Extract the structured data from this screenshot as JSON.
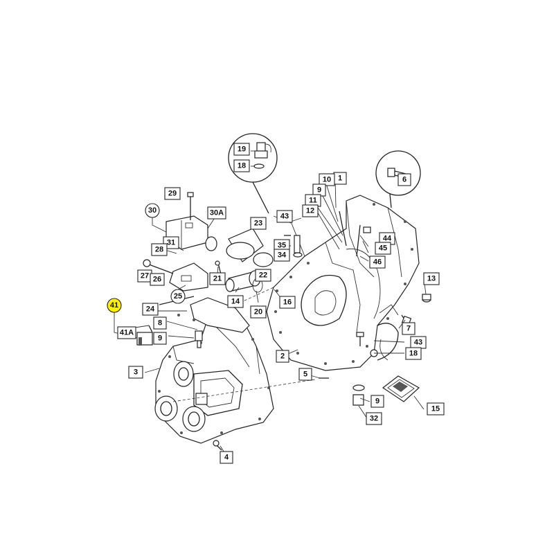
{
  "callouts": {
    "c1": "1",
    "c2": "2",
    "c3": "3",
    "c4": "4",
    "c5": "5",
    "c6": "6",
    "c7": "7",
    "c8": "8",
    "c9a": "9",
    "c9b": "9",
    "c9c": "9",
    "c10": "10",
    "c11": "11",
    "c12": "12",
    "c13": "13",
    "c14": "14",
    "c15": "15",
    "c16": "16",
    "c18a": "18",
    "c18b": "18",
    "c19": "19",
    "c20": "20",
    "c21": "21",
    "c22": "22",
    "c23": "23",
    "c24": "24",
    "c25": "25",
    "c26": "26",
    "c27": "27",
    "c28": "28",
    "c29": "29",
    "c30": "30",
    "c30A": "30A",
    "c31": "31",
    "c32": "32",
    "c34": "34",
    "c35": "35",
    "c41": "41",
    "c41A": "41A",
    "c43a": "43",
    "c43b": "43",
    "c44": "44",
    "c45": "45",
    "c46": "46"
  },
  "highlight": {
    "color": "#fff200",
    "callout": "41"
  }
}
